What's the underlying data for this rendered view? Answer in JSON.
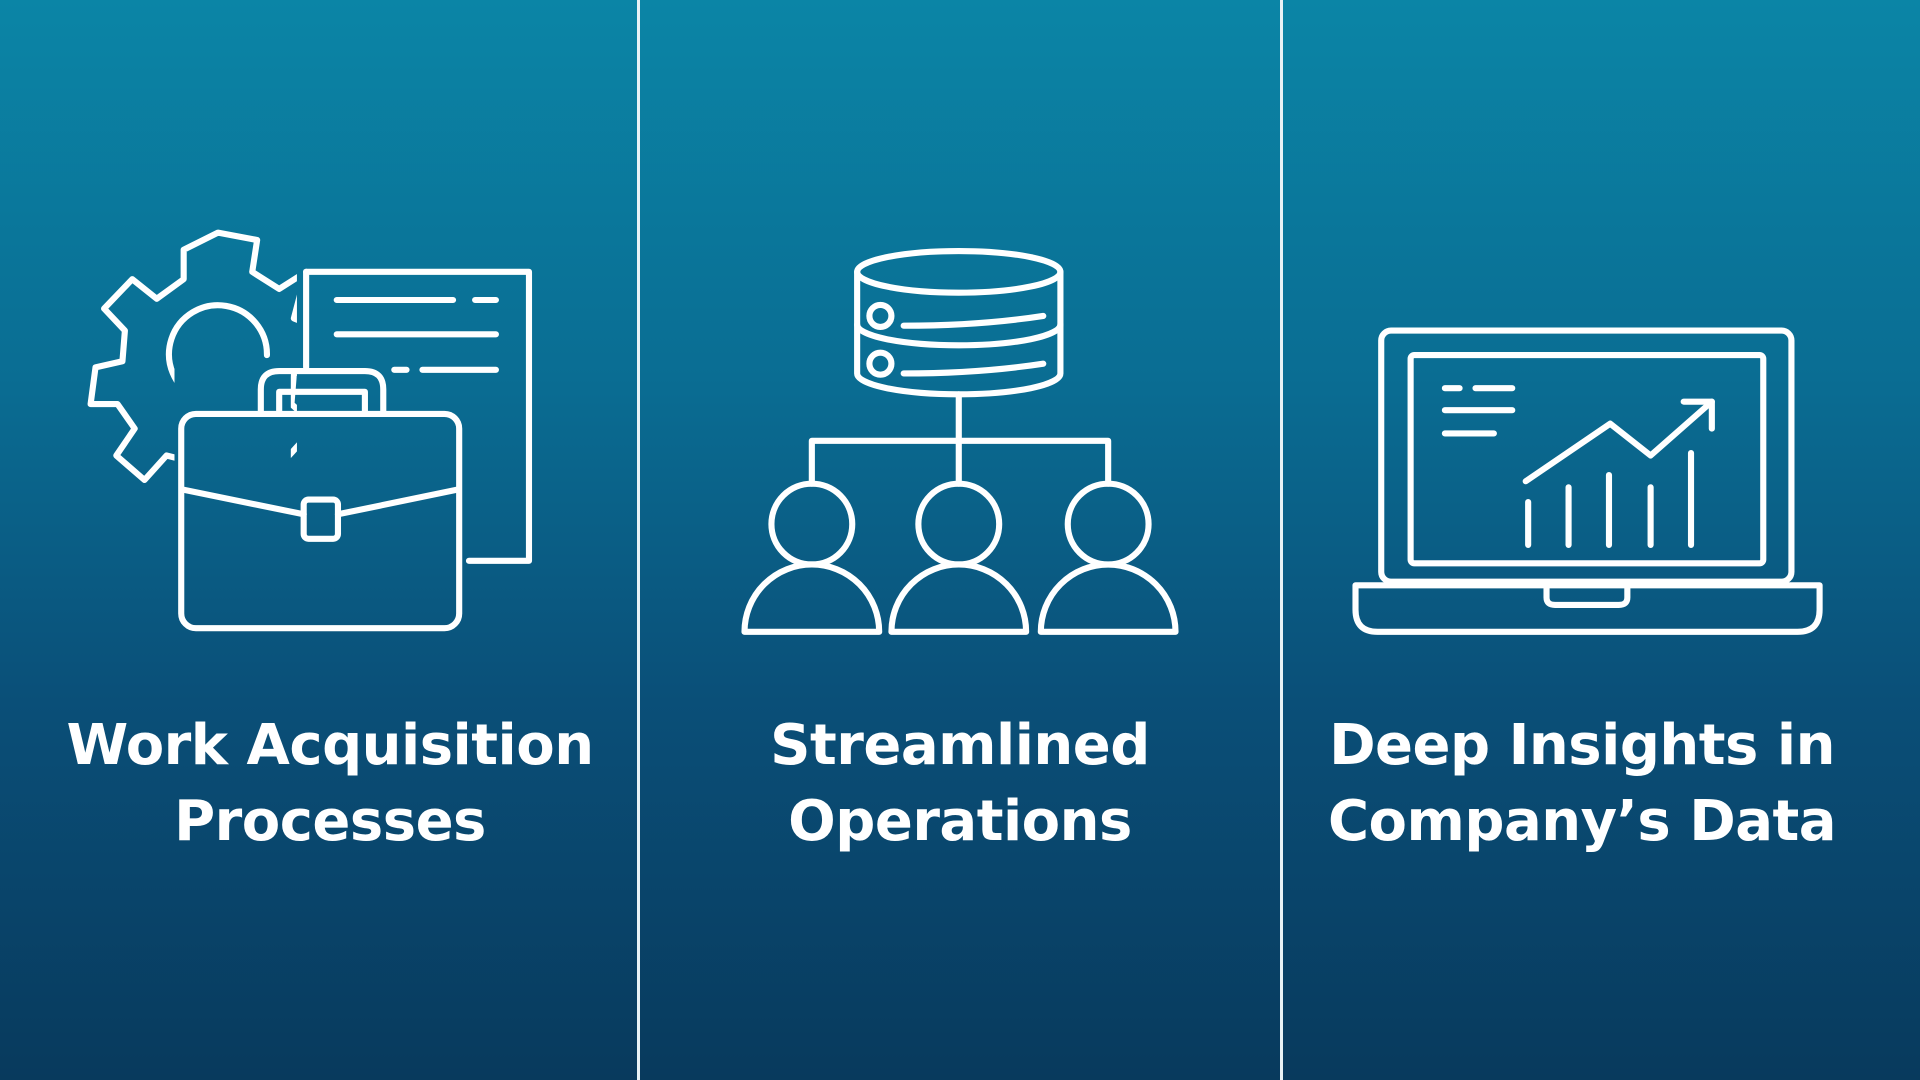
{
  "panels": [
    {
      "icon": "briefcase-gear-document-icon",
      "line1": "Work Acquisition",
      "line2": "Processes"
    },
    {
      "icon": "database-team-hierarchy-icon",
      "line1": "Streamlined",
      "line2": "Operations"
    },
    {
      "icon": "laptop-growth-chart-icon",
      "line1": "Deep Insights in",
      "line2": "Company’s Data"
    }
  ],
  "colors": {
    "gradient_top": "#0b85a6",
    "gradient_bottom": "#083a5d",
    "foreground": "#ffffff"
  }
}
